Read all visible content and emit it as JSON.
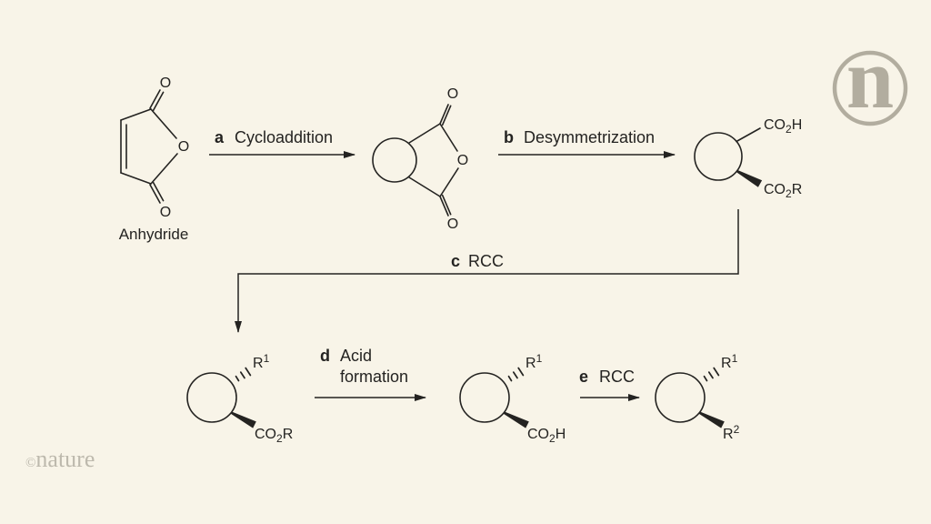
{
  "colors": {
    "background": "#f8f4e8",
    "ink": "#242321",
    "logo_gray": "#b2ad9f",
    "watermark_gray": "#bdb9ad"
  },
  "branding": {
    "logo_letter": "n",
    "copyright_symbol": "©",
    "brand_name": "nature"
  },
  "scheme": {
    "start_material_label": "Anhydride",
    "atom_labels": {
      "oxygen": "O"
    },
    "steps": {
      "a": {
        "key": "a",
        "label": "Cycloaddition"
      },
      "b": {
        "key": "b",
        "label": "Desymmetrization"
      },
      "c": {
        "key": "c",
        "label": "RCC"
      },
      "d": {
        "key": "d",
        "line1": "Acid",
        "line2": "formation"
      },
      "e": {
        "key": "e",
        "label": "RCC"
      }
    },
    "substituents": {
      "co2h": {
        "pre": "CO",
        "sub": "2",
        "post": "H"
      },
      "co2r": {
        "pre": "CO",
        "sub": "2",
        "post": "R"
      },
      "r1": {
        "base": "R",
        "sup": "1"
      },
      "r2": {
        "base": "R",
        "sup": "2"
      }
    }
  }
}
